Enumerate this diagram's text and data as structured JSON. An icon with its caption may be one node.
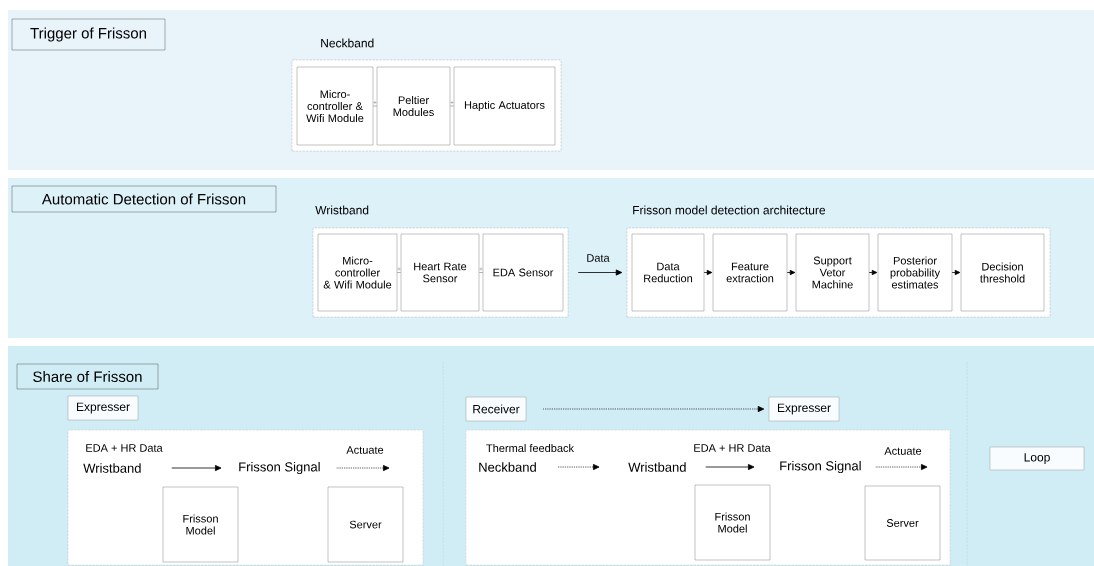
{
  "diagram": {
    "nodes": [
      {
        "text": [
          "Trigger of Frisson"
        ]
      },
      {
        "text": [
          "Neckband"
        ]
      },
      {
        "text": [
          "Micro-controller & Wifi Module"
        ],
        "in": 1
      },
      {
        "text": [
          "Peltier Modules"
        ],
        "in": 1
      },
      {
        "text": [
          "Haptic Actuators"
        ],
        "in": 1
      },
      {
        "text": [
          "Automatic Detection of Frisson"
        ]
      },
      {
        "text": [
          "Wristband"
        ]
      },
      {
        "text": [
          "Micro-controller & Wifi Module"
        ],
        "in": 6
      },
      {
        "text": [
          "Heart Rate Sensor"
        ],
        "in": 6
      },
      {
        "text": [
          "EDA Sensor"
        ],
        "in": 6
      },
      {
        "text": [
          "Frisson model detection architecture"
        ]
      },
      {
        "text": [
          "Data Reduction"
        ],
        "in": 10
      },
      {
        "text": [
          "Feature extraction"
        ],
        "in": 10
      },
      {
        "text": [
          "Support Vetor Machine"
        ],
        "in": 10
      },
      {
        "text": [
          "Posterior probability estimates"
        ],
        "in": 10
      },
      {
        "text": [
          "Decision threshold"
        ],
        "in": 10
      },
      {
        "text": [
          "Share of Frisson"
        ]
      },
      {
        "text": [
          "Expresser"
        ]
      },
      {
        "text": [],
        "shape": "box"
      },
      {
        "text": [
          "Wristband"
        ],
        "in": 18
      },
      {
        "text": [
          "Frisson Signal"
        ],
        "in": 18
      },
      {
        "text": [
          "Frisson Model"
        ],
        "in": 18
      },
      {
        "text": [
          "Server"
        ],
        "in": 18
      },
      {
        "text": [
          "Receiver"
        ]
      },
      {
        "text": [
          "Expresser"
        ]
      },
      {
        "text": [],
        "shape": "box"
      },
      {
        "text": [
          "Neckband"
        ],
        "in": 25
      },
      {
        "text": [
          "Wristband"
        ],
        "in": 25
      },
      {
        "text": [
          "Frisson Signal"
        ],
        "in": 25
      },
      {
        "text": [
          "Frisson Model"
        ],
        "in": 25
      },
      {
        "text": [
          "Server"
        ],
        "in": 25
      },
      {
        "text": [
          "Loop"
        ]
      }
    ],
    "edges": [
      {
        "from": 2,
        "to": 3,
        "arrow": "none",
        "label": "+",
        "color": "#999999"
      },
      {
        "from": 3,
        "to": 4,
        "arrow": "none",
        "label": "+",
        "color": "#999999"
      },
      {
        "from": 7,
        "to": 8,
        "arrow": "none",
        "label": "+",
        "color": "#999999"
      },
      {
        "from": 8,
        "to": 9,
        "arrow": "none",
        "label": "+",
        "color": "#999999"
      },
      {
        "from": 6,
        "to": 10,
        "arrow": "to",
        "label": "Data"
      },
      {
        "from": 11,
        "to": 12,
        "arrow": "to"
      },
      {
        "from": 12,
        "to": 13,
        "arrow": "to"
      },
      {
        "from": 13,
        "to": 14,
        "arrow": "to"
      },
      {
        "from": 14,
        "to": 15,
        "arrow": "to"
      },
      {
        "from": 19,
        "to": 20,
        "arrow": "to",
        "label": "EDA + HR Data"
      },
      {
        "from": 20,
        "to": null,
        "arrow": "to",
        "style": "dashed",
        "label": "Actuate"
      },
      {
        "from": 23,
        "to": 24,
        "arrow": "to",
        "style": "dashed"
      },
      {
        "from": 26,
        "to": 27,
        "arrow": "to",
        "style": "dashed",
        "label": "Thermal feedback"
      },
      {
        "from": 27,
        "to": 28,
        "arrow": "to",
        "label": "EDA + HR Data"
      },
      {
        "from": 28,
        "to": null,
        "arrow": "to",
        "style": "dashed",
        "label": "Actuate"
      }
    ]
  }
}
